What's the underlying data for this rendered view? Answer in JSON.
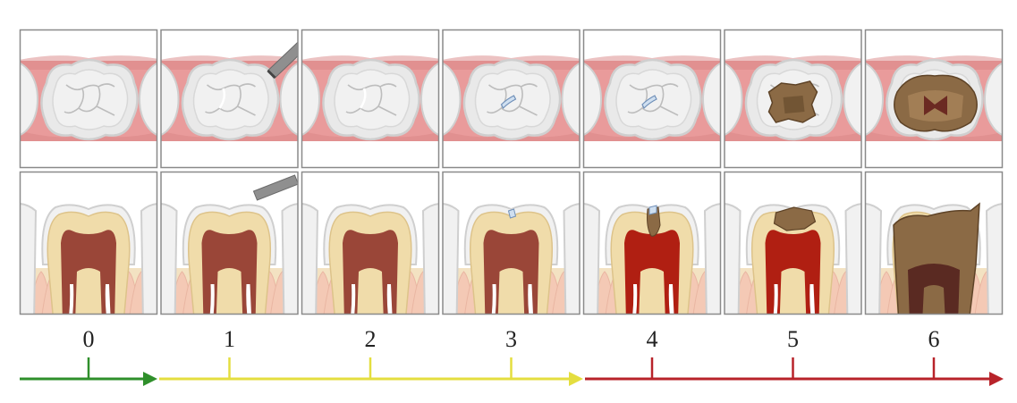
{
  "stages": [
    {
      "label": "0"
    },
    {
      "label": "1"
    },
    {
      "label": "2"
    },
    {
      "label": "3"
    },
    {
      "label": "4"
    },
    {
      "label": "5"
    },
    {
      "label": "6"
    }
  ],
  "colors": {
    "gum": "#e99b9b",
    "gum_dark": "#d98585",
    "enamel": "#f1f1f1",
    "enamel_edge": "#cfcfcf",
    "dentin": "#f0dcaa",
    "pulp": "#9a4638",
    "pulp_inflamed": "#b01f12",
    "bone": "#f3e2c2",
    "root_canal": "#ffffff",
    "decay": "#8b6a45",
    "decay_dark": "#5e4327",
    "probe": "#8f8f8f",
    "frame": "#8a8a8a",
    "arrow_green": "#2f8f2b",
    "arrow_yellow": "#e4de3f",
    "arrow_red": "#b8232a"
  }
}
